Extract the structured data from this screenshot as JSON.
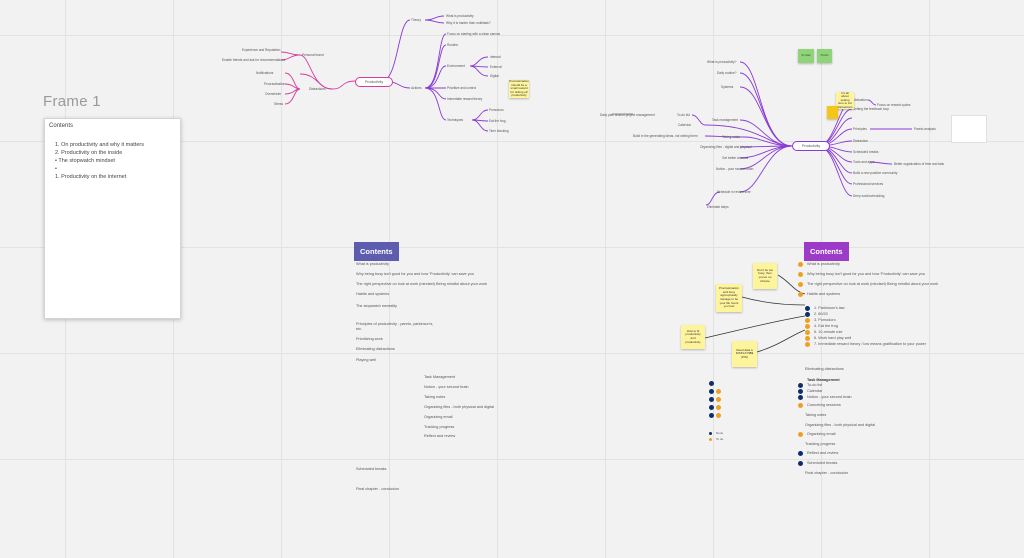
{
  "frame": {
    "title": "Frame 1",
    "card_heading": "Contents",
    "card_lines": [
      "1. On productivity and why it matters",
      "2. Productivity on the inside",
      "• The stopwatch mindset",
      "•",
      "1. Productivity on the internet"
    ]
  },
  "left_mindmap": {
    "root": "Productivity",
    "nodes": [
      {
        "label": "Theory"
      },
      {
        "label": "What is productivity"
      },
      {
        "label": "Why it is harder than multitask?"
      },
      {
        "label": "Focus on starting with a clean canvas"
      },
      {
        "label": "Routine"
      },
      {
        "label": "Environment"
      },
      {
        "label": "Internal"
      },
      {
        "label": "External"
      },
      {
        "label": "Digital"
      },
      {
        "label": "Actions"
      },
      {
        "label": "Prioritize and control"
      },
      {
        "label": "Immediate reward theory"
      },
      {
        "label": "Techniques"
      },
      {
        "label": "Pomodoro"
      },
      {
        "label": "Eat the frog"
      },
      {
        "label": "Time blocking"
      },
      {
        "label": "Personal brand"
      },
      {
        "label": "Experience and Reputation"
      },
      {
        "label": "Enable friends and ask for recommendations"
      },
      {
        "label": "Distractions"
      },
      {
        "label": "Notifications"
      },
      {
        "label": "Procrastination"
      },
      {
        "label": "Overwhelm"
      },
      {
        "label": "Stress"
      }
    ],
    "sticky": "Procrastination should be a small reward for ticking off productivity"
  },
  "right_mindmap": {
    "root": "Productivity",
    "left_nodes": [
      {
        "label": "What is productivity?"
      },
      {
        "label": "Daily routine?"
      },
      {
        "label": "Systems"
      },
      {
        "label": "Task management"
      },
      {
        "label": "Daily plan around project management"
      },
      {
        "label": "To-do list"
      },
      {
        "label": "Calendar"
      },
      {
        "label": "Taking notes"
      },
      {
        "label": "Build in the generating ideas, not writing them"
      },
      {
        "label": "Organizing files - digital and physical"
      },
      {
        "label": "Get better at email"
      },
      {
        "label": "Notion - your second brain"
      },
      {
        "label": "Schedule in review time"
      },
      {
        "label": "Eliminate steps"
      }
    ],
    "right_nodes": [
      {
        "label": "Motivation"
      },
      {
        "label": "Setting the feedback loop"
      },
      {
        "label": "Focus on reward cycles"
      },
      {
        "label": "Principles"
      },
      {
        "label": "Pareto analysis"
      },
      {
        "label": "Distraction"
      },
      {
        "label": "Scheduled breaks"
      },
      {
        "label": "Tools and apps"
      },
      {
        "label": "Better organization of time and task"
      },
      {
        "label": "Build a new positive community"
      },
      {
        "label": "Professional services"
      },
      {
        "label": "Deep work/scheduling"
      }
    ],
    "green_stickies": [
      "To Alan",
      "PLAN"
    ],
    "yellow_sticky": "It's all about setting time to cut distractions"
  },
  "contents_left": {
    "badge": "Contents",
    "items": [
      "What is productivity",
      "Why being busy isn't good for you and how 'Productivity' can save you",
      "The right perspective on look at work (mindset) Being mindful about your work",
      "Habits and systems",
      "The stopwatch mentality",
      "Principles of productivity - pareto, parkinson's,",
      "etc.",
      "Prioritizing work",
      "Eliminating distractions",
      "Playing well"
    ],
    "items2": [
      "Task Management",
      "Notion - your second brain",
      "Taking notes",
      "Organizing files - both physical and digital",
      "Organizing email",
      "Tracking progress",
      "Reflect and review"
    ],
    "items3": [
      "Scheduled breaks",
      "Final chapter - conclusion"
    ]
  },
  "contents_right": {
    "badge": "Contents",
    "items": [
      "What is productivity",
      "Why being busy isn't good for you and how 'Productivity' can save you",
      "The right perspective on look at work (mindset) Being mindful about your work",
      "Habits and systems"
    ],
    "principles": [
      "1. Parkinson's law",
      "2. 80/20",
      "3. Pomodoro",
      "4. Eat the frog",
      "5. 10-minute rule",
      "6. Work hard play well",
      "7. Immediate reward theory / low means gratification to your power"
    ],
    "items2": [
      "Eliminating distractions"
    ],
    "task": [
      "Task Management",
      "To-do list",
      "Calendar",
      "Notion - your second brain",
      "Coworking sessions",
      "Taking notes",
      "Organizing files - both physical and digital",
      "Organizing email",
      "Tracking progress",
      "Reflect and review",
      "Scheduled breaks",
      "Final chapter - conclusion"
    ]
  },
  "stickies_mid": [
    {
      "text": "Don't be too busy, then you've no chance"
    },
    {
      "text": "Procrastination and busy appropriately manage to be your life hours you feel"
    },
    {
      "text": "How to fit productivity and productivity"
    },
    {
      "text": "Read data a DISPLAY$$$ (PW)"
    }
  ],
  "legend": {
    "a": "Done",
    "b": "To do"
  },
  "colors": {
    "purple": "#8a3bd6",
    "pink": "#d63ba1",
    "sticky": "#fef49c",
    "orange": "#f0a020",
    "navy": "#0f2d6b"
  }
}
